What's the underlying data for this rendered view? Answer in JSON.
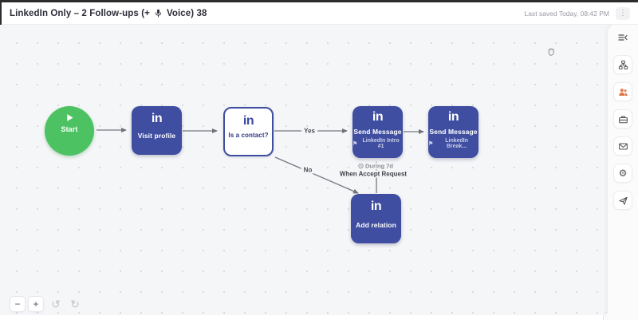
{
  "header": {
    "title_prefix": "LinkedIn Only – 2 Follow-ups (+",
    "title_suffix": "Voice) 38",
    "last_saved": "Last saved Today, 08:42 PM",
    "menu_glyph": "⋮"
  },
  "flow": {
    "start": {
      "label": "Start"
    },
    "visit_profile": {
      "logo": "in",
      "label": "Visit profile"
    },
    "is_contact": {
      "logo": "in",
      "label": "Is a contact?"
    },
    "send_message_1": {
      "logo": "in",
      "title": "Send Message",
      "subtitle": "LinkedIn Intro #1",
      "flag": "⚑"
    },
    "send_message_2": {
      "logo": "in",
      "title": "Send Message",
      "subtitle": "LinkedIn Break...",
      "flag": "⚑"
    },
    "add_relation": {
      "logo": "in",
      "label": "Add relation"
    },
    "labels": {
      "yes": "Yes",
      "no": "No",
      "during": "During 7d",
      "when": "When Accept Request"
    }
  },
  "controls": {
    "zoom_out": "−",
    "zoom_in": "+",
    "undo": "↺",
    "redo": "↻"
  },
  "sidebar": {
    "gear_glyph": "⚙"
  },
  "colors": {
    "node_indigo": "#3F4EA0",
    "start_green": "#4cc263",
    "active_icon_orange": "#E2764B",
    "canvas_bg": "#f5f6f8"
  }
}
